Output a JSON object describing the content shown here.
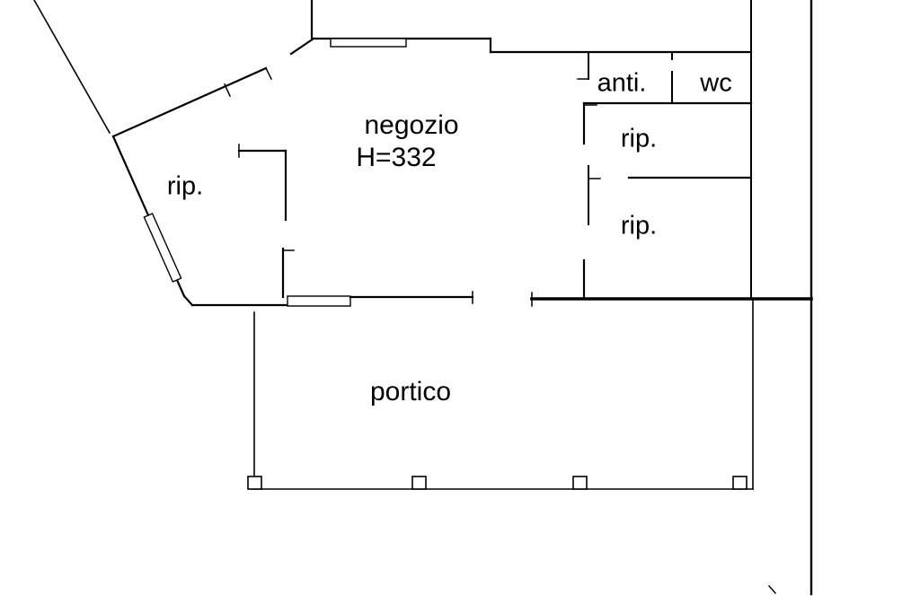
{
  "page": {
    "background_color": "#ffffff",
    "line_color": "#000000",
    "kind": "architectural floor plan"
  },
  "plan": {
    "rooms": [
      {
        "id": "negozio",
        "label": "negozio",
        "sublabel": "H=332"
      },
      {
        "id": "anti",
        "label": "anti."
      },
      {
        "id": "wc",
        "label": "wc"
      },
      {
        "id": "rip-left",
        "label": "rip."
      },
      {
        "id": "rip-upper",
        "label": "rip."
      },
      {
        "id": "rip-lower",
        "label": "rip."
      },
      {
        "id": "portico",
        "label": "portico"
      }
    ]
  }
}
